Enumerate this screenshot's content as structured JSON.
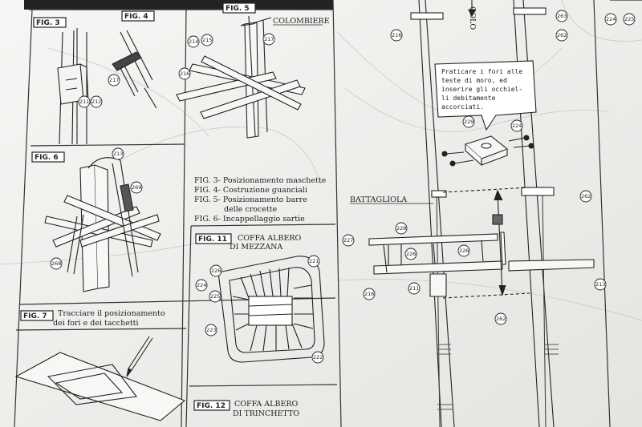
{
  "figures": {
    "fig3": "FIG. 3",
    "fig4": "FIG. 4",
    "fig5": "FIG. 5",
    "fig6": "FIG. 6",
    "fig7": "FIG. 7",
    "fig11": "FIG. 11",
    "fig12": "FIG. 12"
  },
  "labels": {
    "colombiere": "COLOMBIERE",
    "battagliola": "BATTAGLIOLA",
    "cola": "COLO",
    "fig11_title_1": "COFFA ALBERO",
    "fig11_title_2": "DI MEZZANA",
    "fig12_title_1": "COFFA ALBERO",
    "fig12_title_2": "DI TRINCHETTO"
  },
  "captions": [
    "FIG. 3- Posizionamento maschette",
    "FIG. 4- Costruzione guanciali",
    "FIG. 5- Posizionamento barre",
    "delle crocette",
    "FIG. 6- Incappellaggio sartie"
  ],
  "fig7_text": [
    "Tracciare il posizionamento",
    "dei fori e dei tacchetti"
  ],
  "note_text": [
    "Praticare i fori alle",
    "teste di moro, ed",
    "inserire gli occhiel-",
    "li debitamente",
    "accorciati."
  ],
  "parts": {
    "p211a": "211",
    "p212": "212",
    "p217a": "217",
    "p214": "214",
    "p215": "215",
    "p217b": "217",
    "p216a": "216",
    "p213a": "213",
    "p269": "269",
    "p268": "268",
    "p226a": "226",
    "p221": "221",
    "p224a": "224",
    "p225a": "225",
    "p223": "223",
    "p222": "222",
    "p216b": "216",
    "p263": "263",
    "p262a": "262",
    "p224b": "224",
    "p225b": "225",
    "p229": "229",
    "p224c": "224",
    "p262b": "262",
    "p227": "227",
    "p228": "228",
    "p226b": "226",
    "p226c": "226",
    "p211b": "211",
    "p216c": "216",
    "p213b": "213",
    "p262c": "262"
  }
}
